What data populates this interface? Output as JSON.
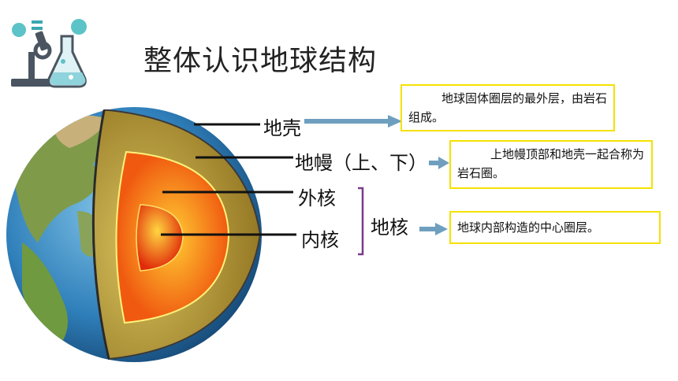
{
  "title": "整体认识地球结构",
  "layers": {
    "crust": "地壳",
    "mantle": "地幔（上、下）",
    "outer_core": "外核",
    "inner_core": "内核",
    "core_group": "地核"
  },
  "notes": {
    "crust": "地球固体圈层的最外层，由岩石组成。",
    "mantle": "上地幔顶部和地壳一起合称为岩石圈。",
    "core": "地球内部构造的中心圈层。"
  },
  "colors": {
    "arrow": "#6f9fbf",
    "note_border": "#f5e100",
    "bracket": "#7a3a8a"
  }
}
